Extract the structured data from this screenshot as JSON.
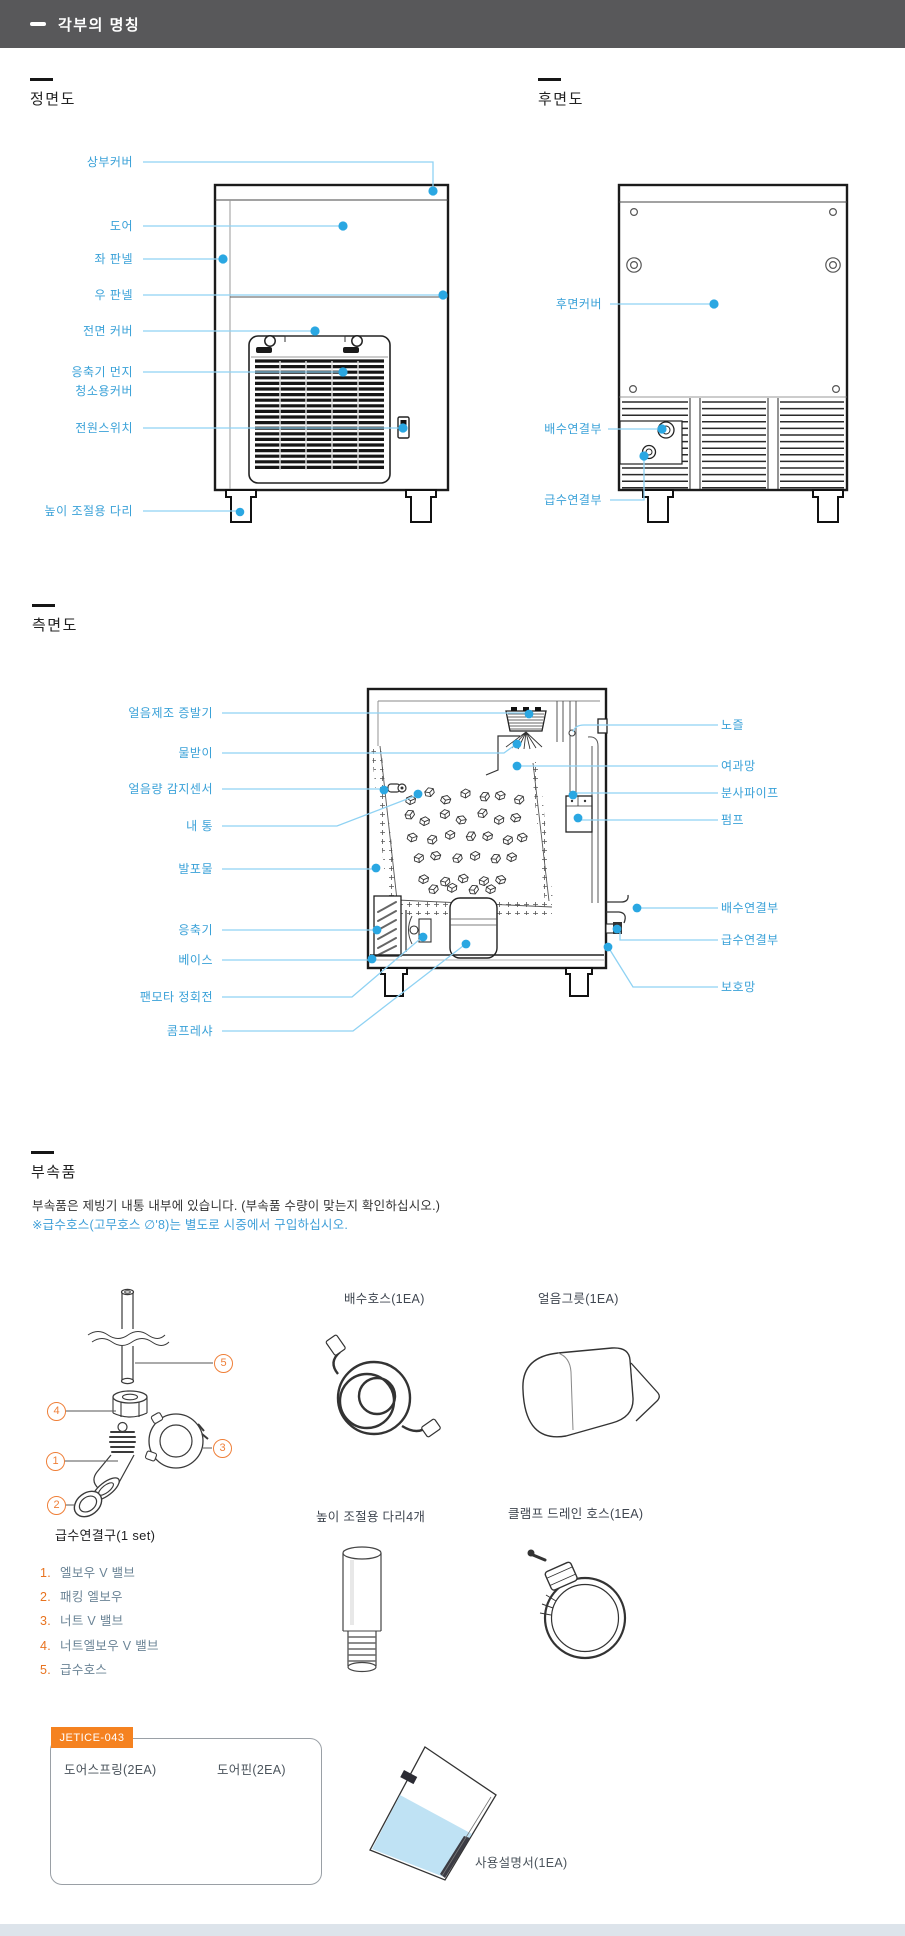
{
  "header": {
    "title": "각부의 명칭"
  },
  "front": {
    "title": "정면도",
    "labels": [
      "상부커버",
      "도어",
      "좌 판넬",
      "우 판넬",
      "전면 커버",
      "응축기 먼지",
      "청소용커버",
      "전원스위치",
      "높이 조절용 다리"
    ]
  },
  "rear": {
    "title": "후면도",
    "labels": [
      "후면커버",
      "배수연결부",
      "급수연결부"
    ]
  },
  "side": {
    "title": "측면도",
    "left": [
      "얼음제조 증발기",
      "물받이",
      "얼음량 감지센서",
      "내 통",
      "발포물",
      "응축기",
      "베이스",
      "팬모타 정회전",
      "콤프레샤"
    ],
    "right": [
      "노즐",
      "여과망",
      "분사파이프",
      "펌프",
      "배수연결부",
      "급수연결부",
      "보호망"
    ]
  },
  "acc": {
    "title": "부속품",
    "desc": "부속품은 제빙기 내통 내부에 있습니다. (부속품 수량이 맞는지 확인하십시오.)",
    "note": "※급수호스(고무호스 ∅'8)는  별도로 시중에서 구입하십시오.",
    "drain_hose": "배수호스(1EA)",
    "bowl": "얼음그릇(1EA)",
    "legs": "높이 조절용 다리4개",
    "clamp": "클램프 드레인 호스(1EA)",
    "manual": "사용설명서(1EA)",
    "connector": {
      "title": "급수연결구(1 set)",
      "callouts": [
        "1",
        "2",
        "3",
        "4",
        "5"
      ],
      "parts": [
        {
          "n": "1.",
          "t": "엘보우 V 밸브"
        },
        {
          "n": "2.",
          "t": "패킹 엘보우"
        },
        {
          "n": "3.",
          "t": "너트 V 밸브"
        },
        {
          "n": "4.",
          "t": "너트엘보우 V 밸브"
        },
        {
          "n": "5.",
          "t": "급수호스"
        }
      ]
    },
    "kit": {
      "tag": "JETICE-043",
      "spring": "도어스프링(2EA)",
      "pin": "도어핀(2EA)"
    }
  }
}
